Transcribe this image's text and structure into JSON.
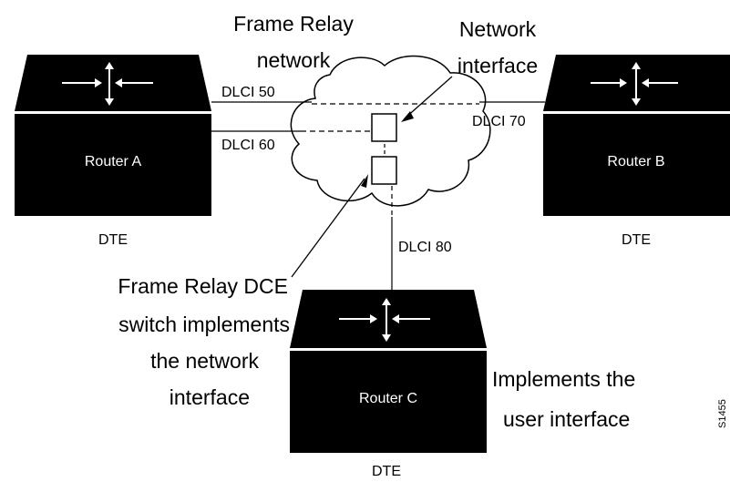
{
  "network": {
    "title_line1": "Frame Relay",
    "title_line2": "network",
    "interface_line1": "Network",
    "interface_line2": "interface"
  },
  "routers": {
    "a": {
      "name": "Router A",
      "role": "DTE"
    },
    "b": {
      "name": "Router B",
      "role": "DTE"
    },
    "c": {
      "name": "Router C",
      "role": "DTE"
    }
  },
  "dlci": {
    "a_to_b": "DLCI 50",
    "a_to_c": "DLCI 60",
    "b": "DLCI 70",
    "c": "DLCI 80"
  },
  "annotations": {
    "dce_line1": "Frame Relay DCE",
    "dce_line2": "switch implements",
    "dce_line3": "the network",
    "dce_line4": "interface",
    "user_line1": "Implements the",
    "user_line2": "user interface"
  },
  "figure_id": "S1455"
}
